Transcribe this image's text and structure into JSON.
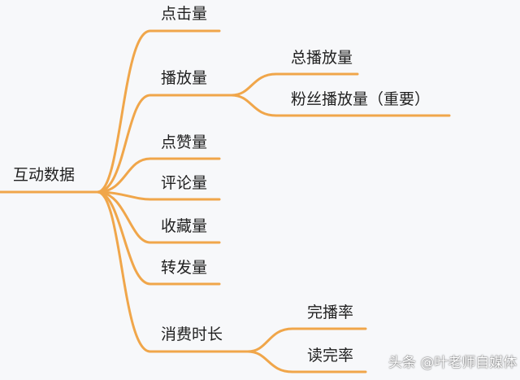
{
  "root": {
    "label": "互动数据"
  },
  "branches": {
    "clicks": "点击量",
    "plays": "播放量",
    "plays_total": "总播放量",
    "plays_fans": "粉丝播放量（重要）",
    "likes": "点赞量",
    "comments": "评论量",
    "favorites": "收藏量",
    "shares": "转发量",
    "duration": "消费时长",
    "completion": "完播率",
    "read_completion": "读完率"
  },
  "watermark": "头条 @叶老师自媒体",
  "colors": {
    "line": "#f0a64a",
    "background": "#f7f8fa",
    "text": "#1f1f1f"
  }
}
